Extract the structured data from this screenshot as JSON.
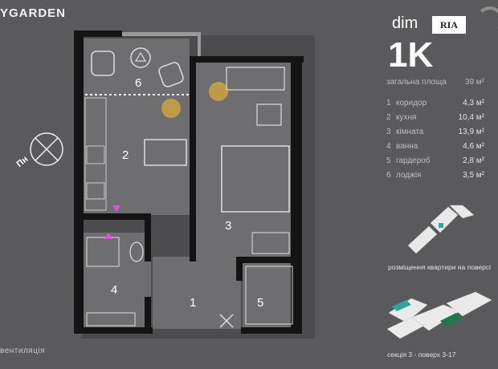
{
  "brand": {
    "name": "YGARDEN"
  },
  "watermark": {
    "dim": "dim",
    "ria": "RIA"
  },
  "apartment": {
    "code": "1K",
    "total_label": "загальна площа",
    "total_value": "39 м²",
    "rooms": [
      {
        "num": "1",
        "name": "коридор",
        "area": "4,3 м²"
      },
      {
        "num": "2",
        "name": "кухня",
        "area": "10,4 м²"
      },
      {
        "num": "3",
        "name": "кімната",
        "area": "13,9 м²"
      },
      {
        "num": "4",
        "name": "ванна",
        "area": "4,6 м²"
      },
      {
        "num": "5",
        "name": "гардероб",
        "area": "2,8 м²"
      },
      {
        "num": "6",
        "name": "лоджія",
        "area": "3,5 м²"
      }
    ]
  },
  "plan": {
    "room_numbers": [
      "1",
      "2",
      "3",
      "4",
      "5",
      "6"
    ],
    "compass_label": "Пн",
    "vent_label": "вентиляція"
  },
  "captions": {
    "floor_location": "розміщення квартири на поверсі",
    "section": "секція 3 - поверх 3-17"
  },
  "colors": {
    "background": "#5a5a5c",
    "walls": "#111111",
    "floor": "#6b6b6d",
    "accent": "#2fa7a0",
    "vent": "#e64ce6"
  }
}
